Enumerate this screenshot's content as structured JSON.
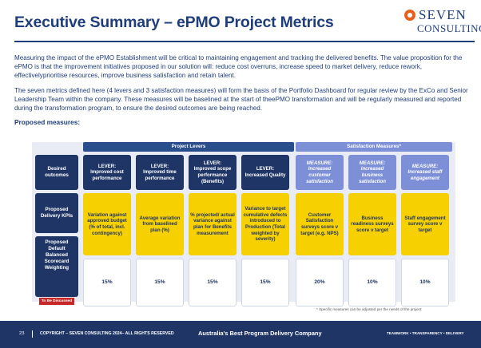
{
  "header": {
    "title": "Executive Summary – ePMO Project Metrics",
    "logo_top": "SEVEN",
    "logo_bottom": "CONSULTING"
  },
  "body": {
    "paragraph1": "Measuring the impact of the ePMO Establishment will be critical to maintaining engagement and tracking the delivered benefits. The value proposition for the ePMO is that the improvement initiatives proposed in our solution will: reduce cost overruns, increase speed to market delivery, reduce rework, effectivelyprioritise resources, improve business satisfaction and retain talent.",
    "paragraph2": "The seven metrics defined here (4 levers and 3 satisfaction measures) will form the basis of the Portfolio Dashboard for regular review by the ExCo and Senior Leadership Team within the company. These measures will be baselined at the start of theePMO transformation and will be regularly measured and reported during the transformation program, to ensure the desired outcomes are being reached.",
    "proposed_label": "Proposed measures:"
  },
  "table": {
    "group_headers": {
      "levers": "Project Levers",
      "satisfaction": "Satisfaction Measures*"
    },
    "row_labels": {
      "outcomes": "Desired outcomes",
      "kpis": "Proposed Delivery KPIs",
      "weighting": "Proposed Default Balanced Scorecard Weighting",
      "tbd": "To Be Discussed"
    },
    "columns": [
      {
        "outcome": "LEVER:\nImproved cost performance",
        "kpi": "Variation against approved budget (% of total, incl. contingency)",
        "weight": "15%",
        "kind": "lever"
      },
      {
        "outcome": "LEVER:\nImproved time performance",
        "kpi": "Average variation from baselined plan (%)",
        "weight": "15%",
        "kind": "lever"
      },
      {
        "outcome": "LEVER:\nImproved scope performance (Benefits)",
        "kpi": "% projected/ actual variance against plan for Benefits measurement",
        "weight": "15%",
        "kind": "lever"
      },
      {
        "outcome": "LEVER:\nIncreased Quality",
        "kpi": "Variance to target cumulative defects introduced to Production (Total weighted by severity)",
        "weight": "15%",
        "kind": "lever"
      },
      {
        "outcome": "MEASURE:\nIncreased customer satisfaction",
        "kpi": "Customer Satisfaction surveys score v target (e.g. NPS)",
        "weight": "20%",
        "kind": "measure"
      },
      {
        "outcome": "MEASURE:\nIncreased business satisfaction",
        "kpi": "Business readiness surveys score v target",
        "weight": "10%",
        "kind": "measure"
      },
      {
        "outcome": "MEASURE:\nIncreased staff engagement",
        "kpi": "Staff engagement survey score v target",
        "weight": "10%",
        "kind": "measure"
      }
    ],
    "footnote": "* Specific measures can be adjusted per the needs of the project"
  },
  "footer": {
    "page": "23",
    "copyright": "COPYRIGHT – SEVEN CONSULTING 2024– ALL RIGHTS RESERVED",
    "tagline": "Australia's Best Program Delivery Company",
    "right": "TEAMWORK • TRANSPARENCY • DELIVERY"
  },
  "colors": {
    "navy": "#1f3566",
    "title_blue": "#1f3d7a",
    "measure_blue": "#7d8fd6",
    "kpi_yellow": "#f6d000",
    "orange": "#e8601c",
    "tbd_red": "#c62828"
  }
}
